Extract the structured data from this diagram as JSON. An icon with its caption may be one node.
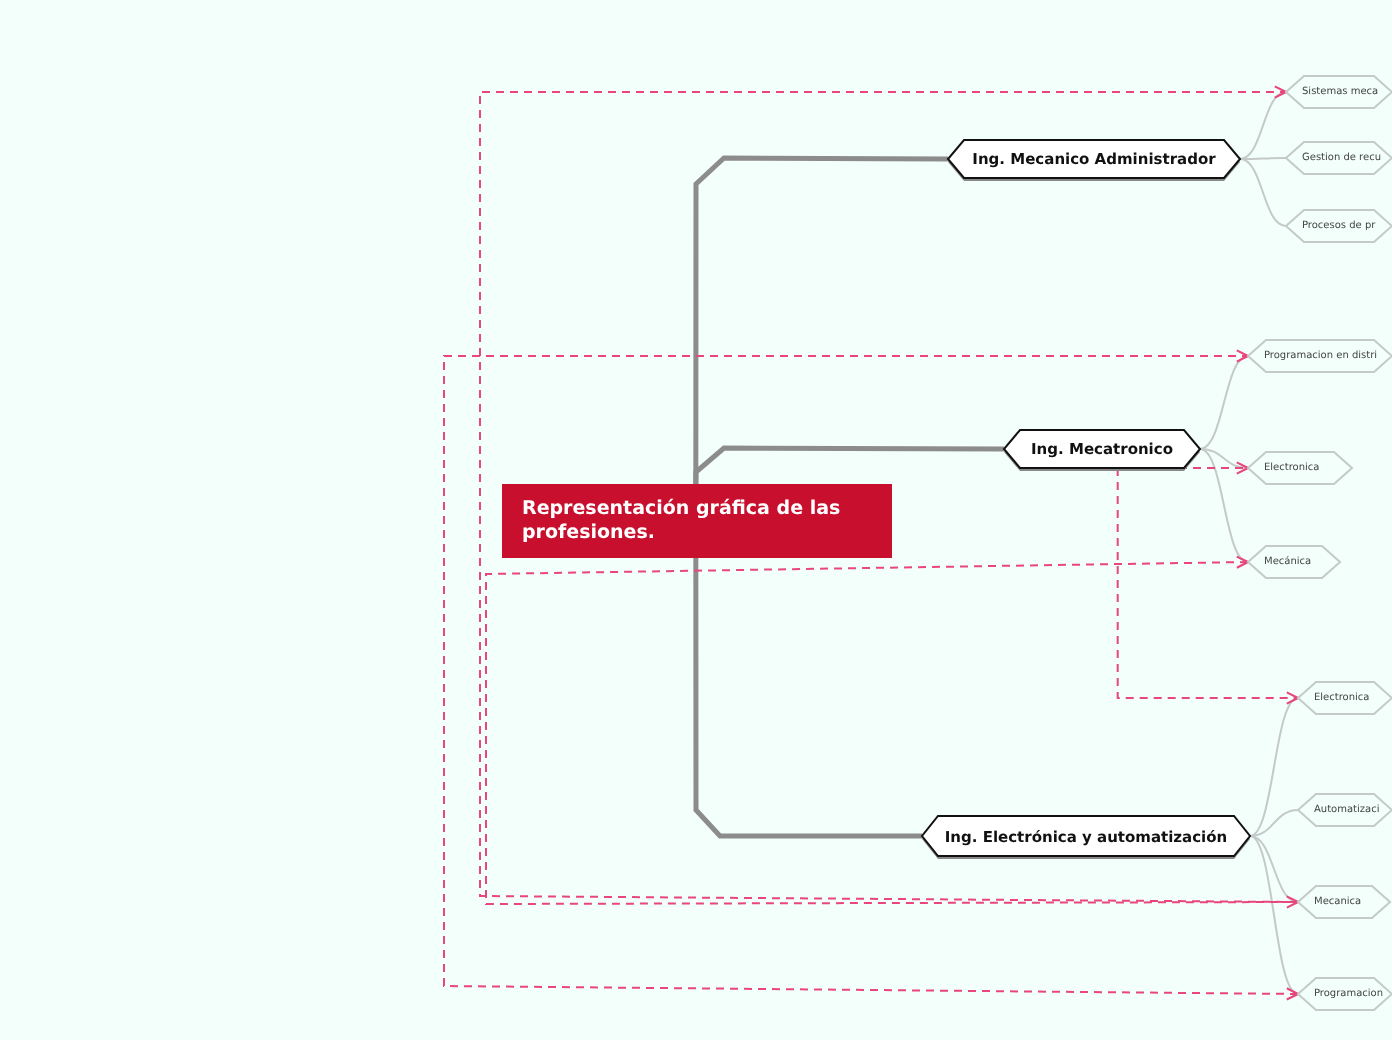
{
  "diagram": {
    "nodes": [
      {
        "text": [
          "Representación gráfica de las profesiones."
        ]
      },
      {
        "text": [
          "Ing. Mecanico Administrador"
        ]
      },
      {
        "text": [
          "Sistemas meca"
        ]
      },
      {
        "text": [
          "Gestion de recu"
        ]
      },
      {
        "text": [
          "Procesos de pr"
        ]
      },
      {
        "text": [
          "Ing. Mecatronico"
        ]
      },
      {
        "text": [
          "Programacion en distri"
        ]
      },
      {
        "text": [
          "Electronica"
        ]
      },
      {
        "text": [
          "Mecánica"
        ]
      },
      {
        "text": [
          "Ing. Electrónica y automatización"
        ]
      },
      {
        "text": [
          "Electronica"
        ]
      },
      {
        "text": [
          "Automatizaci"
        ]
      },
      {
        "text": [
          "Mecanica"
        ]
      },
      {
        "text": [
          "Programacion"
        ]
      }
    ],
    "edges": [
      {
        "from": 0,
        "to": 1,
        "arrow": "none",
        "style": "thick",
        "color": "#8c8c8c"
      },
      {
        "from": 0,
        "to": 5,
        "arrow": "none",
        "style": "thick",
        "color": "#8c8c8c"
      },
      {
        "from": 0,
        "to": 9,
        "arrow": "none",
        "style": "thick",
        "color": "#8c8c8c"
      },
      {
        "from": 1,
        "to": 2,
        "arrow": "none"
      },
      {
        "from": 1,
        "to": 3,
        "arrow": "none"
      },
      {
        "from": 1,
        "to": 4,
        "arrow": "none"
      },
      {
        "from": 5,
        "to": 6,
        "arrow": "none"
      },
      {
        "from": 5,
        "to": 7,
        "arrow": "none"
      },
      {
        "from": 5,
        "to": 8,
        "arrow": "none"
      },
      {
        "from": 9,
        "to": 10,
        "arrow": "none"
      },
      {
        "from": 9,
        "to": 11,
        "arrow": "none"
      },
      {
        "from": 9,
        "to": 12,
        "arrow": "none"
      },
      {
        "from": 9,
        "to": 13,
        "arrow": "none"
      },
      {
        "from": 12,
        "to": 2,
        "arrow": "to",
        "style": "dashed",
        "color": "#e8467c"
      },
      {
        "from": 8,
        "to": 12,
        "arrow": "both",
        "style": "dashed",
        "color": "#e8467c"
      },
      {
        "from": 13,
        "to": 6,
        "arrow": "both",
        "style": "dashed",
        "color": "#e8467c"
      },
      {
        "from": 5,
        "to": 7,
        "arrow": "to",
        "style": "dashed",
        "color": "#e8467c"
      },
      {
        "from": 5,
        "to": 10,
        "arrow": "to",
        "style": "dashed",
        "color": "#e8467c"
      }
    ]
  }
}
